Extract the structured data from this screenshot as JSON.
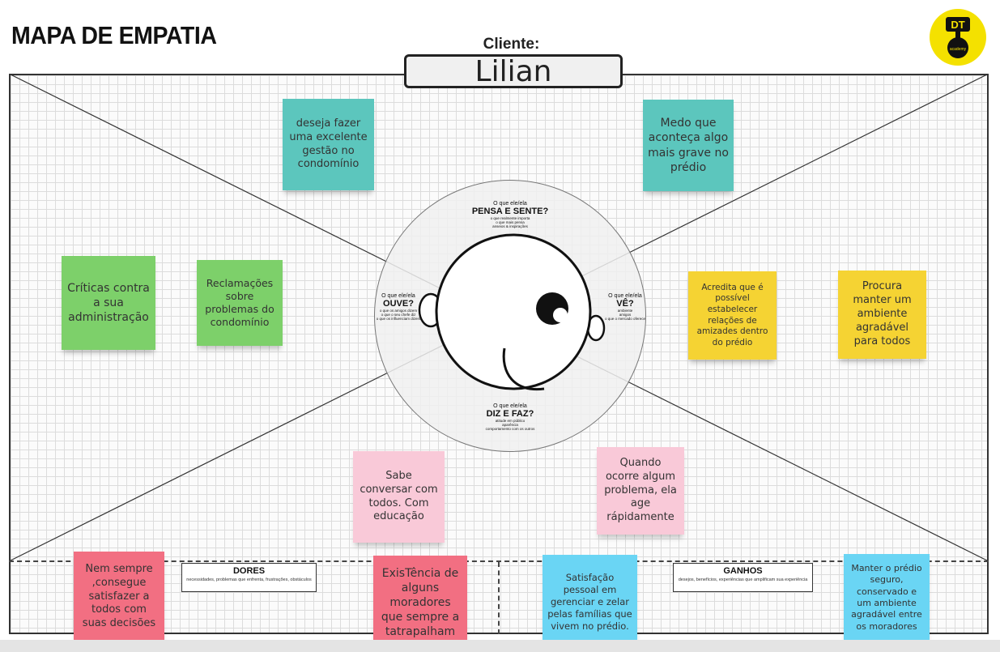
{
  "header": {
    "title": "MAPA DE EMPATIA",
    "client_label": "Cliente:",
    "client_name": "Lilian"
  },
  "logo": {
    "text": "DT",
    "subtext": "academy",
    "color": "#f4e100"
  },
  "center": {
    "top": {
      "pre": "O que ele/ela",
      "title": "PENSA E SENTE?",
      "sub": [
        "o que realmente importa",
        "o que mais pensa",
        "anseios & inspirações"
      ]
    },
    "left": {
      "pre": "O que ele/ela",
      "title": "OUVE?",
      "sub": [
        "o que os amigos dizem",
        "o que o seu chefe diz",
        "o que os influenciam dizem"
      ]
    },
    "right": {
      "pre": "O que ele/ela",
      "title": "VÊ?",
      "sub": [
        "ambiente",
        "amigos",
        "o que o mercado oferece"
      ]
    },
    "bottom": {
      "pre": "O que ele/ela",
      "title": "DIZ E FAZ?",
      "sub": [
        "atitude em público",
        "aparência",
        "comportamento com os outros"
      ]
    }
  },
  "sections": {
    "dores": {
      "title": "DORES",
      "subtitle": "necessidades, problemas que enfrenta, frustrações, obstáculos"
    },
    "ganhos": {
      "title": "GANHOS",
      "subtitle": "desejos, benefícios, experiências que amplificam sua experiência"
    }
  },
  "notes": {
    "pensa_1": "deseja fazer uma excelente gestão no condomínio",
    "pensa_2": "Medo que aconteça algo mais grave no prédio",
    "ouve_1": "Críticas contra a sua administração",
    "ouve_2": "Reclamações sobre problemas do condomínio",
    "ve_1": "Acredita que é possível estabelecer relações de amizades dentro do prédio",
    "ve_2": "Procura manter um ambiente agradável para todos",
    "diz_1": "Sabe conversar com todos. Com educação",
    "diz_2": "Quando ocorre algum problema, ela age rápidamente",
    "dores_1": "Nem sempre ,consegue satisfazer a todos com suas decisões",
    "dores_2": "ExisTência de alguns moradores que sempre a tatrapalham",
    "ganhos_1": "Satisfação pessoal em gerenciar e zelar pelas famílias que vivem no prédio.",
    "ganhos_2": "Manter o prédio seguro, conservado e um ambiente agradável entre os moradores"
  },
  "colors": {
    "teal": "#5cc6bd",
    "green": "#7dd06a",
    "yellow": "#f5d333",
    "pink": "#f9c9d8",
    "red": "#f26f82",
    "blue": "#6ad5f4"
  }
}
